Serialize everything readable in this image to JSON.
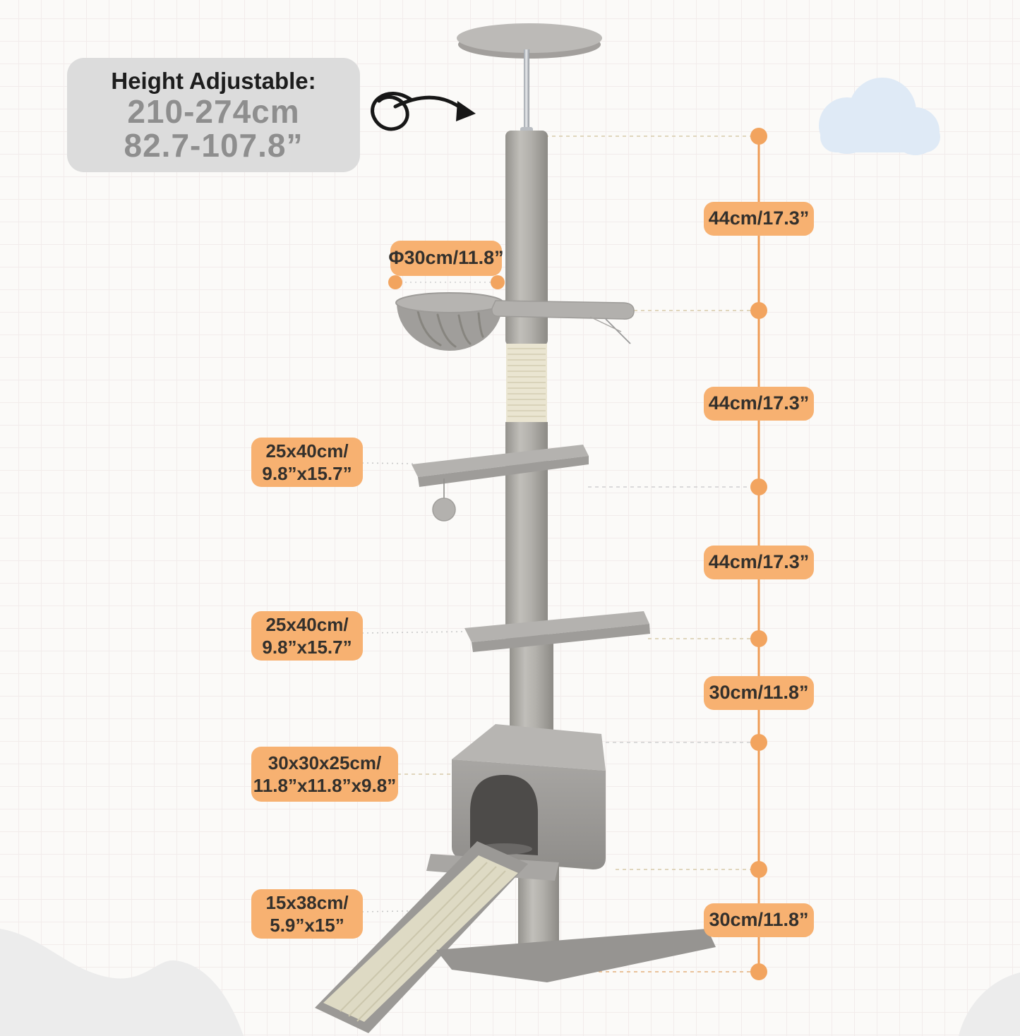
{
  "header": {
    "title": "Height Adjustable:",
    "range_cm": "210-274cm",
    "range_inch": "82.7-107.8”"
  },
  "callouts_left": [
    {
      "name": "hammock-diameter",
      "lines": [
        "Φ30cm/11.8”"
      ]
    },
    {
      "name": "upper-platform-size",
      "lines": [
        "25x40cm/",
        "9.8”x15.7”"
      ]
    },
    {
      "name": "lower-platform-size",
      "lines": [
        "25x40cm/",
        "9.8”x15.7”"
      ]
    },
    {
      "name": "condo-size",
      "lines": [
        "30x30x25cm/",
        "11.8”x11.8”x9.8”"
      ]
    },
    {
      "name": "ramp-size",
      "lines": [
        "15x38cm/",
        "5.9”x15”"
      ]
    }
  ],
  "callouts_right": [
    {
      "name": "top-segment-height",
      "text": "44cm/17.3”"
    },
    {
      "name": "second-segment-height",
      "text": "44cm/17.3”"
    },
    {
      "name": "third-segment-height",
      "text": "44cm/17.3”"
    },
    {
      "name": "fourth-segment-height",
      "text": "30cm/11.8”"
    },
    {
      "name": "bottom-segment-height",
      "text": "30cm/11.8”"
    }
  ],
  "icons": [
    {
      "name": "cloud-icon"
    },
    {
      "name": "curved-arrow-icon"
    }
  ],
  "colors": {
    "accent_label_bg": "#f7b171",
    "accent_line": "#ef9c55",
    "label_text": "#33302c",
    "header_bg": "#dcdcdc",
    "header_title": "#1d1d1d",
    "header_numbers": "#8e8e8e",
    "cloud": "#dfeaf6",
    "tree_plush": "#aeacaa",
    "sisal": "#eae5d1",
    "corner_wave": "#ececec",
    "background": "#fbfaf8",
    "grid_line": "#f2ecea"
  }
}
